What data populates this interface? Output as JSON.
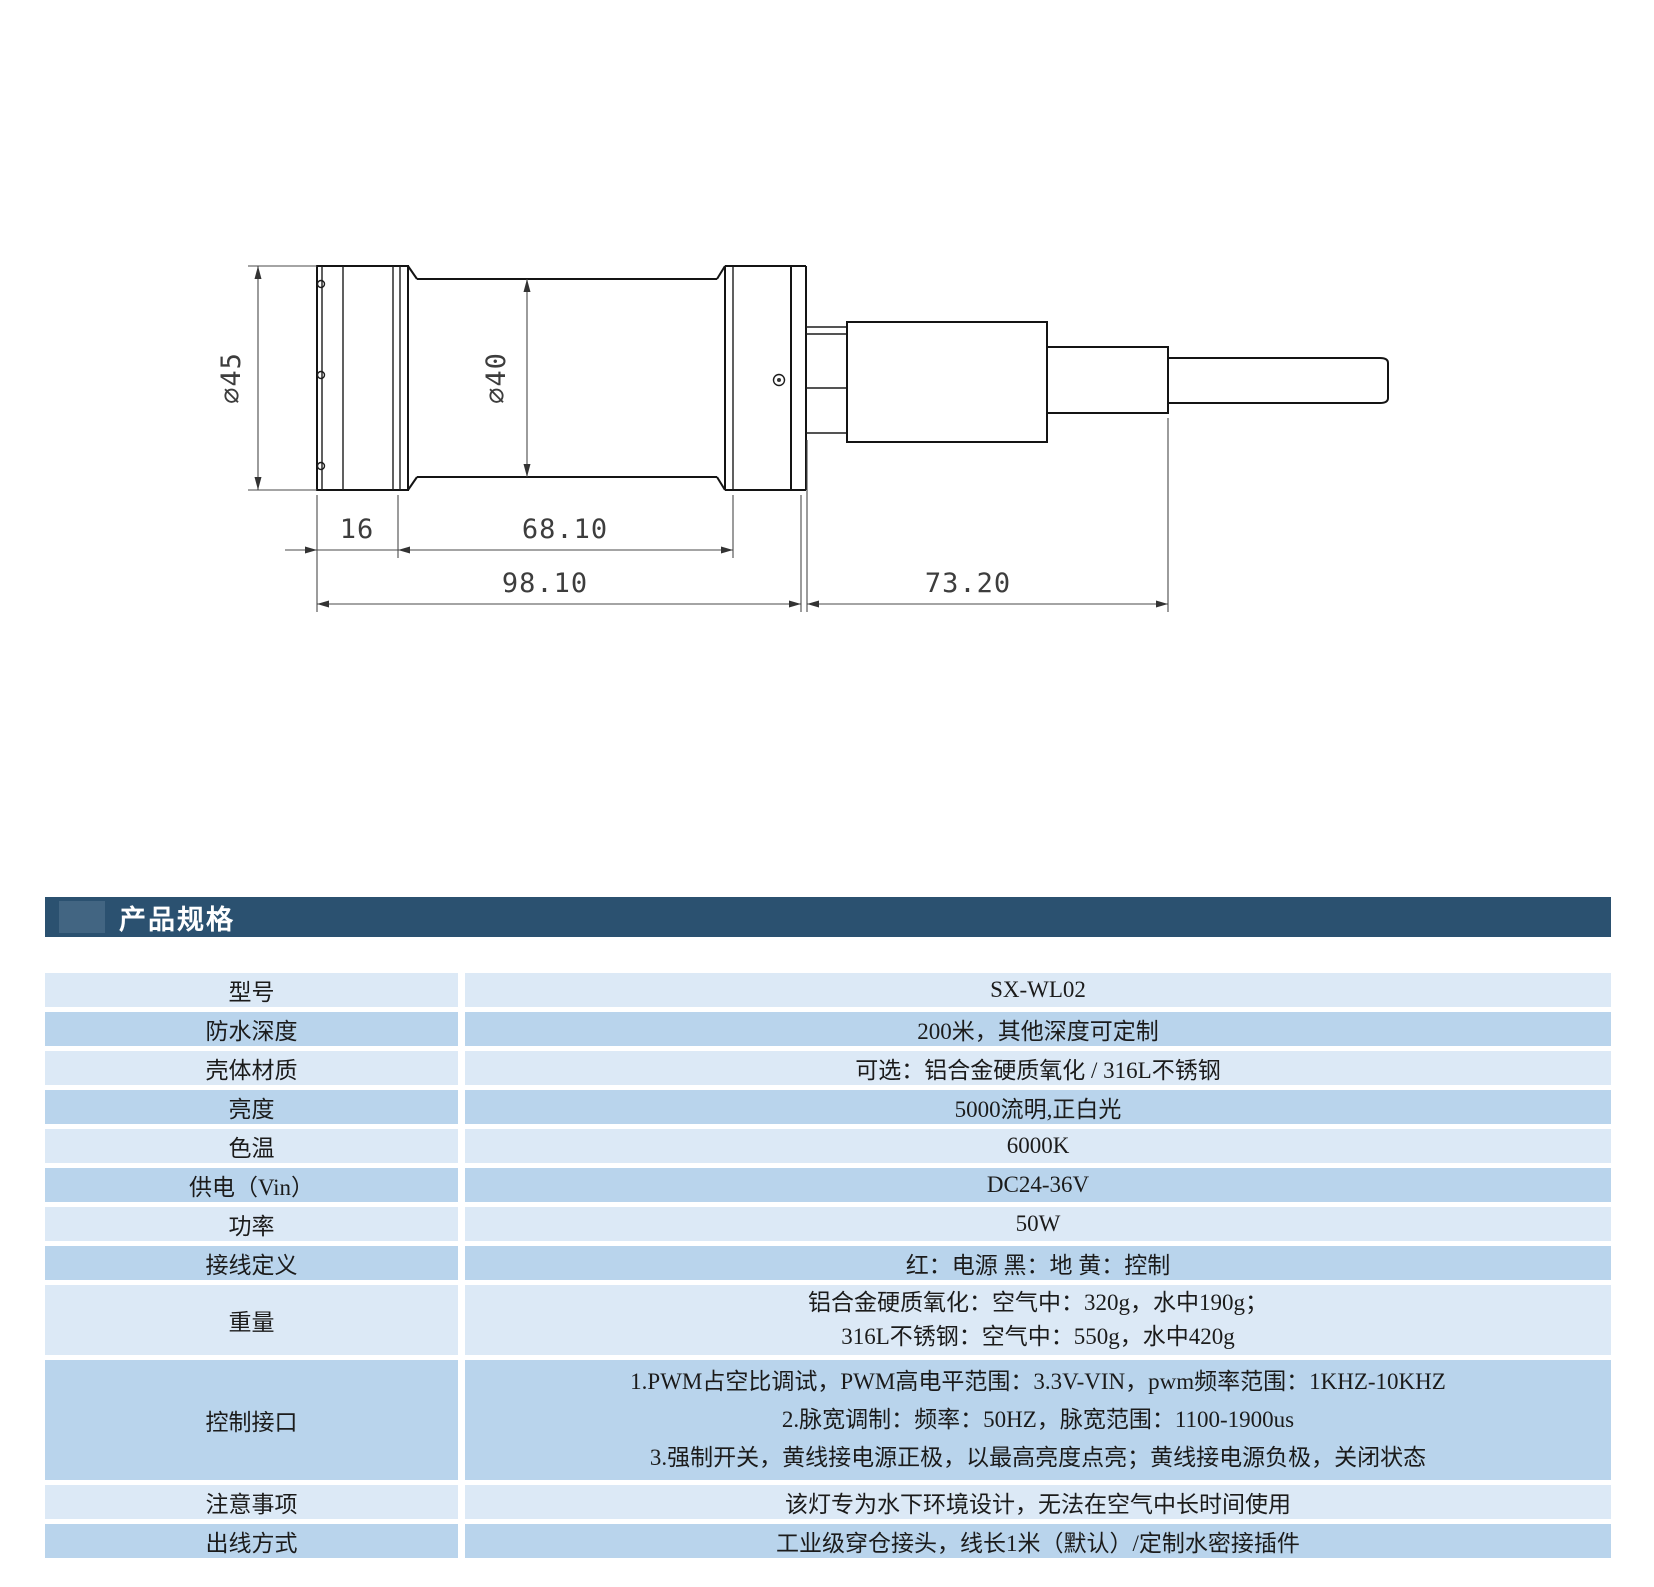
{
  "drawing": {
    "labels": {
      "dia_head": "∅45",
      "dia_body": "∅40",
      "len_head": "16",
      "len_body": "68.10",
      "len_total": "98.10",
      "len_connector": "73.20"
    }
  },
  "section": {
    "title": "产品规格"
  },
  "table": {
    "colors": {
      "row_light": "#dce9f6",
      "row_dark": "#b9d4ec",
      "header_bg": "#2b5170"
    },
    "rows": [
      {
        "label": "型号",
        "lines": [
          "SX-WL02"
        ]
      },
      {
        "label": "防水深度",
        "lines": [
          "200米，其他深度可定制"
        ]
      },
      {
        "label": "壳体材质",
        "lines": [
          "可选：铝合金硬质氧化 / 316L不锈钢"
        ]
      },
      {
        "label": "亮度",
        "lines": [
          "5000流明,正白光"
        ]
      },
      {
        "label": "色温",
        "lines": [
          "6000K"
        ]
      },
      {
        "label": "供电（Vin）",
        "lines": [
          "DC24-36V"
        ]
      },
      {
        "label": "功率",
        "lines": [
          "50W"
        ]
      },
      {
        "label": "接线定义",
        "lines": [
          "红：电源  黑：地 黄：控制"
        ]
      },
      {
        "label": "重量",
        "lines": [
          "铝合金硬质氧化：空气中：320g，水中190g；",
          "316L不锈钢：空气中：550g，水中420g"
        ]
      },
      {
        "label": "控制接口",
        "lines": [
          "1.PWM占空比调试，PWM高电平范围：3.3V-VIN，pwm频率范围：1KHZ-10KHZ",
          "2.脉宽调制：频率：50HZ，脉宽范围：1100-1900us",
          "3.强制开关，黄线接电源正极，以最高亮度点亮；黄线接电源负极，关闭状态"
        ]
      },
      {
        "label": "注意事项",
        "lines": [
          "该灯专为水下环境设计，无法在空气中长时间使用"
        ]
      },
      {
        "label": "出线方式",
        "lines": [
          "工业级穿仓接头，线长1米（默认）/定制水密接插件"
        ]
      }
    ]
  }
}
